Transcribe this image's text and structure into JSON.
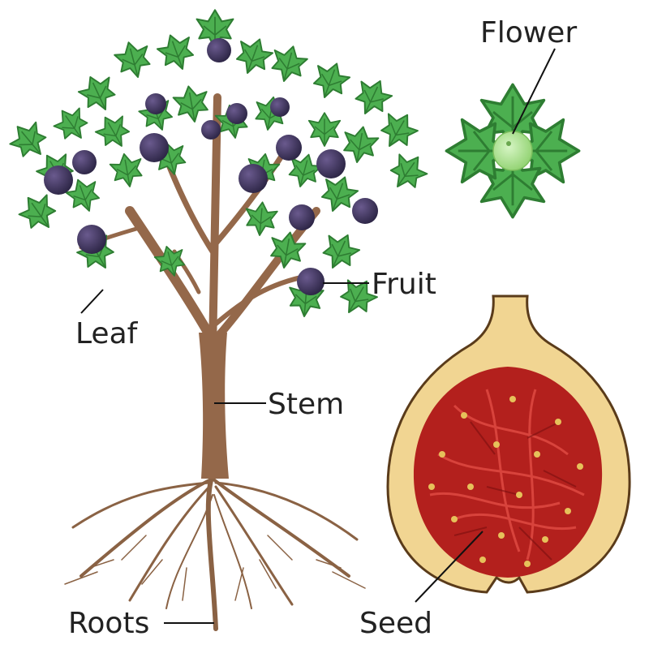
{
  "labels": {
    "flower": "Flower",
    "fruit": "Fruit",
    "leaf": "Leaf",
    "stem": "Stem",
    "roots": "Roots",
    "seed": "Seed"
  },
  "colors": {
    "leaf": "#4caf50",
    "leaf_dark": "#2e7d32",
    "fruit": "#3b3458",
    "trunk": "#94684a",
    "flower_bud": "#a5e08a",
    "fig_skin": "#f1d592",
    "fig_flesh": "#b3201d",
    "seed": "#e6c15a"
  }
}
